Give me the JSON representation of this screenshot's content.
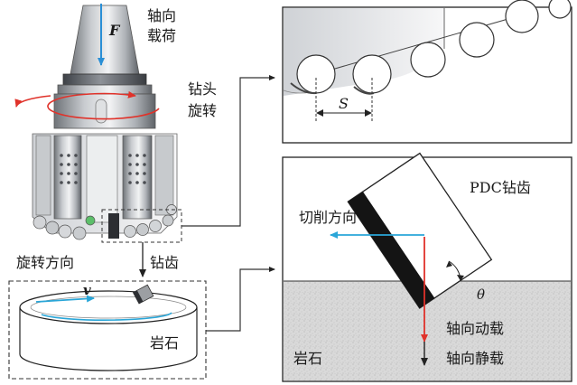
{
  "labels": {
    "axial_load": [
      "轴向",
      "载荷"
    ],
    "force_symbol": "F",
    "bit_rotation": [
      "钻头",
      "旋转"
    ],
    "rotation_direction": "旋转方向",
    "cutter": "钻齿",
    "velocity_symbol": "v",
    "rock_left": "岩石",
    "spacing_symbol": "S",
    "pdc_cutter": "PDC钻齿",
    "cutting_direction": "切削方向",
    "theta_symbol": "θ",
    "axial_dynamic_load": "轴向动载",
    "axial_static_load": "轴向静载",
    "rock_right": "岩石"
  },
  "colors": {
    "force_arrow": "#2a8fd6",
    "rotation_arrow": "#e0322a",
    "cutting_arrow": "#2aa6d8",
    "dynamic_load_arrow": "#e0322a",
    "static_load_arrow": "#333333",
    "velocity_arrow": "#2aa6d8"
  }
}
